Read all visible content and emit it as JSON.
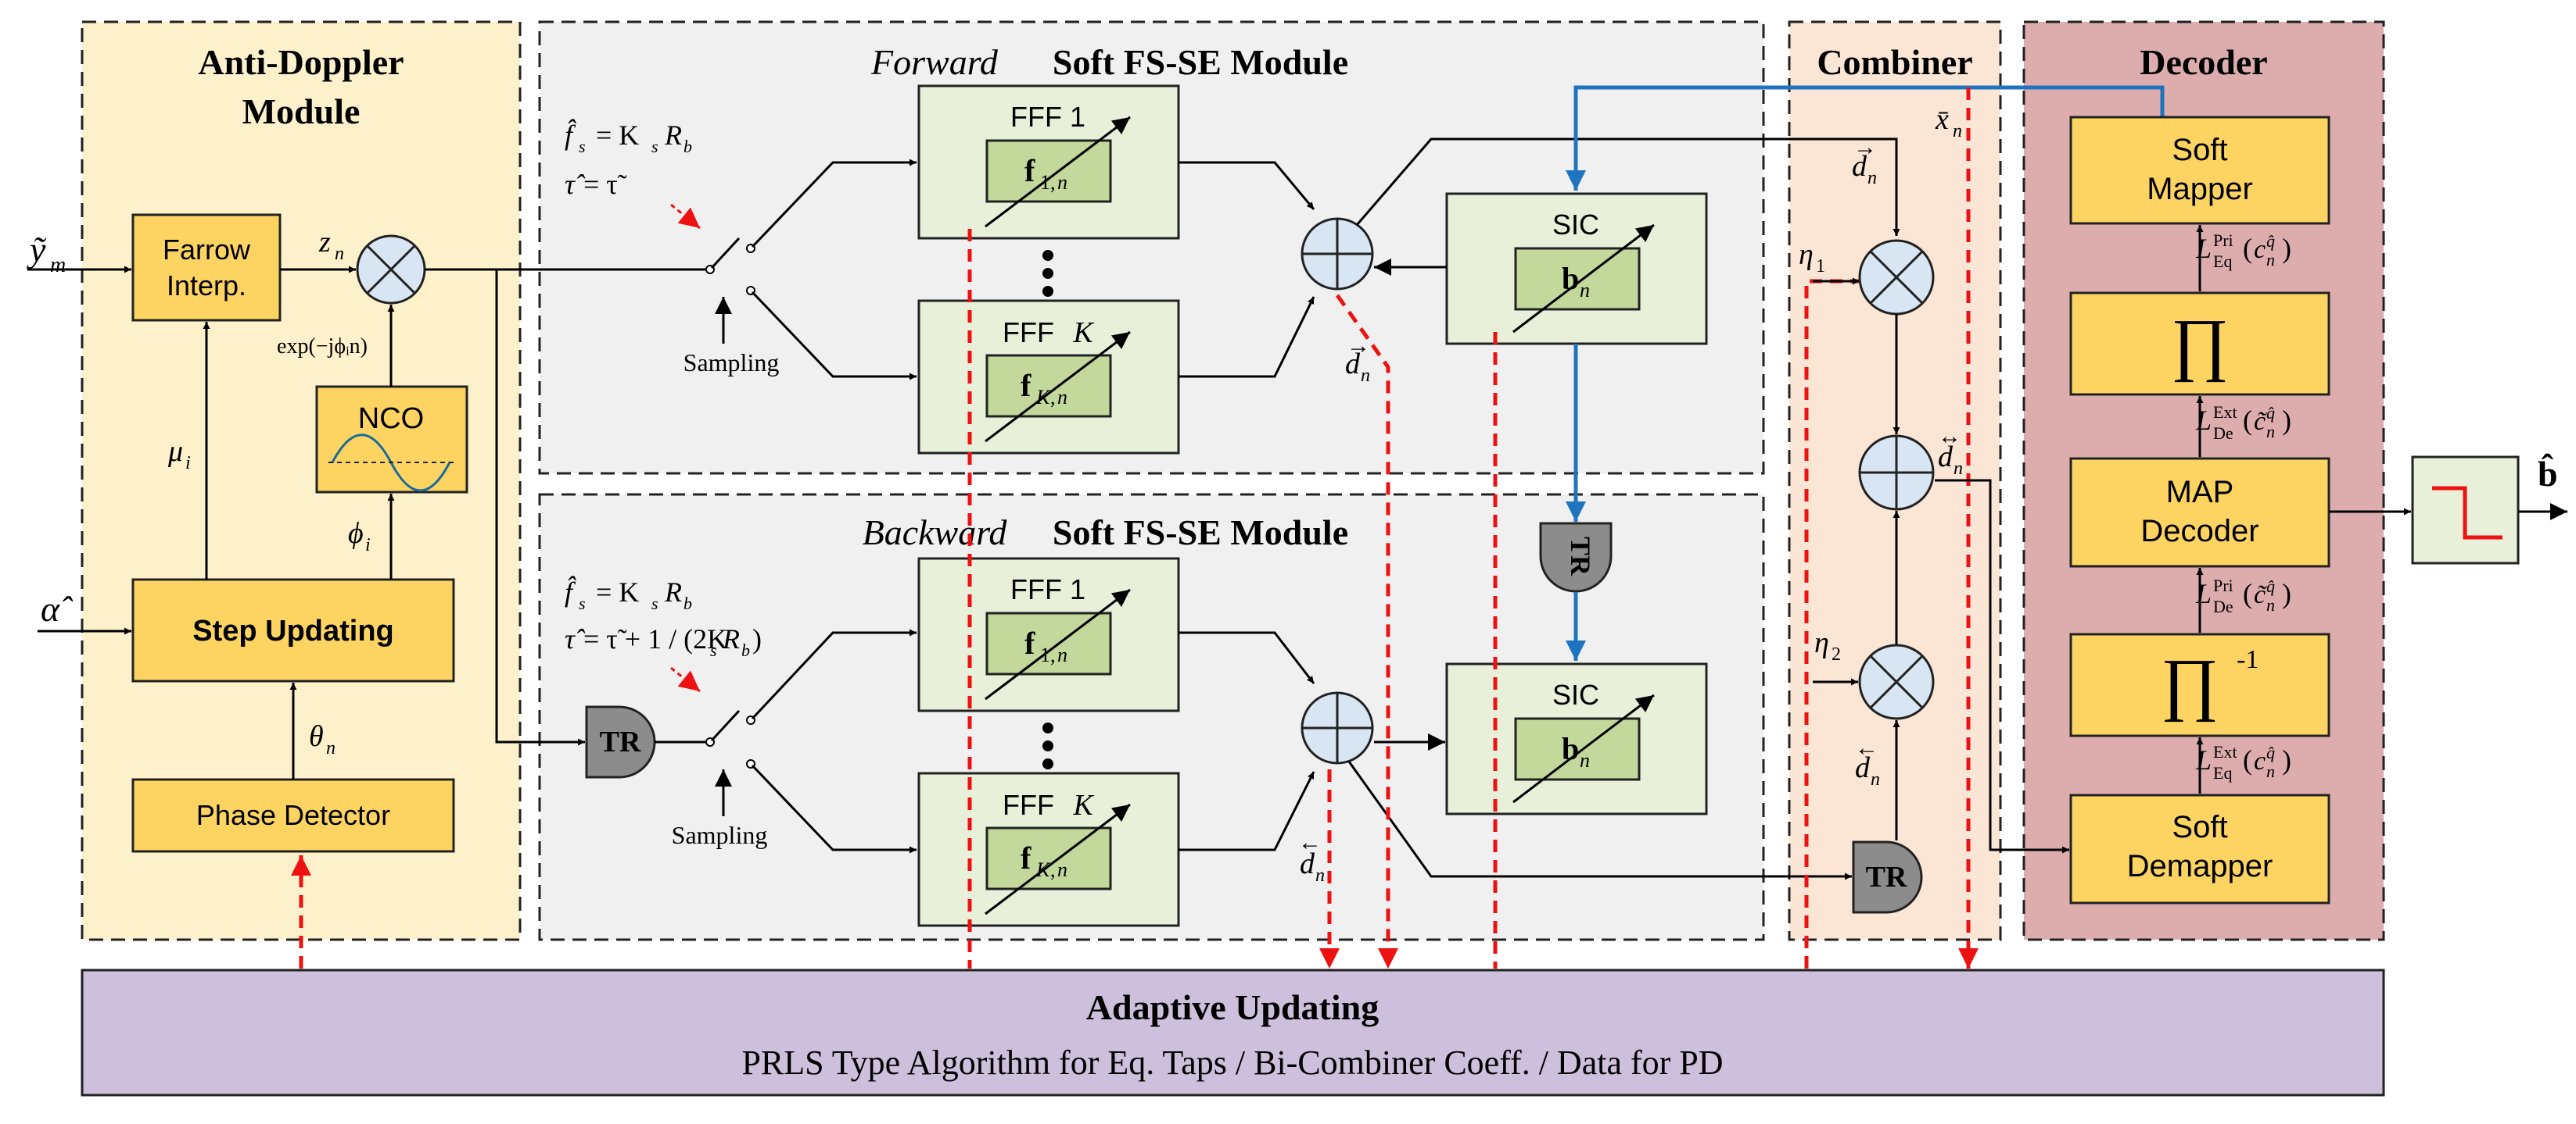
{
  "modules": {
    "anti_doppler": {
      "title_line1": "Anti-Doppler",
      "title_line2": "Module"
    },
    "forward": {
      "prefix": "Forward",
      "title": "Soft FS-SE Module"
    },
    "backward": {
      "prefix": "Backward",
      "title": "Soft FS-SE Module"
    },
    "combiner": {
      "title": "Combiner"
    },
    "decoder": {
      "title": "Decoder"
    },
    "adaptive": {
      "title": "Adaptive Updating",
      "subtitle": "PRLS Type Algorithm for Eq. Taps / Bi-Combiner Coeff. / Data for PD"
    }
  },
  "blocks": {
    "farrow_line1": "Farrow",
    "farrow_line2": "Interp.",
    "nco": "NCO",
    "step_updating": "Step Updating",
    "phase_detector": "Phase Detector",
    "fff1": "FFF 1",
    "fffk": "FFF K",
    "sic": "SIC",
    "tr": "TR",
    "soft_mapper_line1": "Soft",
    "soft_mapper_line2": "Mapper",
    "map_decoder_line1": "MAP",
    "map_decoder_line2": "Decoder",
    "soft_demapper_line1": "Soft",
    "soft_demapper_line2": "Demapper",
    "interleaver": "∏",
    "deinterleaver": "∏",
    "deinterleaver_sup": "-1"
  },
  "labels": {
    "sampling": "Sampling",
    "exp_label": "exp(−jϕᵢn)",
    "y_in": "ỹ",
    "y_sub": "m",
    "alpha_hat": "α̂",
    "z_n": "z",
    "mu_i": "μ",
    "phi_i": "ϕ",
    "theta_n": "θ",
    "eta1": "η",
    "eta2": "η",
    "x_bar": "x̄",
    "d": "d",
    "b_hat": "b̂",
    "f_vec": "f",
    "b_vec": "b",
    "fs_hat": "f̂",
    "tau_hat": "τ̂",
    "eq_Ks": "= K",
    "eq_tau_fwd": "= τ̃",
    "eq_tau_bwd": "= τ̃ + 1 / (2K",
    "L": "L",
    "pri": "Pri",
    "ext": "Ext",
    "eq": "Eq",
    "de": "De",
    "c_paren": "c"
  },
  "colors": {
    "anti_doppler_bg": "#fdf1cc",
    "fs_se_bg": "#f0f0f0",
    "combiner_bg": "#fbe6d6",
    "decoder_bg": "#ddadae",
    "adaptive_bg": "#cdc0dc",
    "block_yellow": "#fdd462",
    "block_green_outer": "#e8f0da",
    "block_green_inner": "#c3d89b",
    "tr_gray": "#8c8c8c",
    "red_dashed": "#ee1111",
    "blue_feedback": "#1f74c0"
  }
}
